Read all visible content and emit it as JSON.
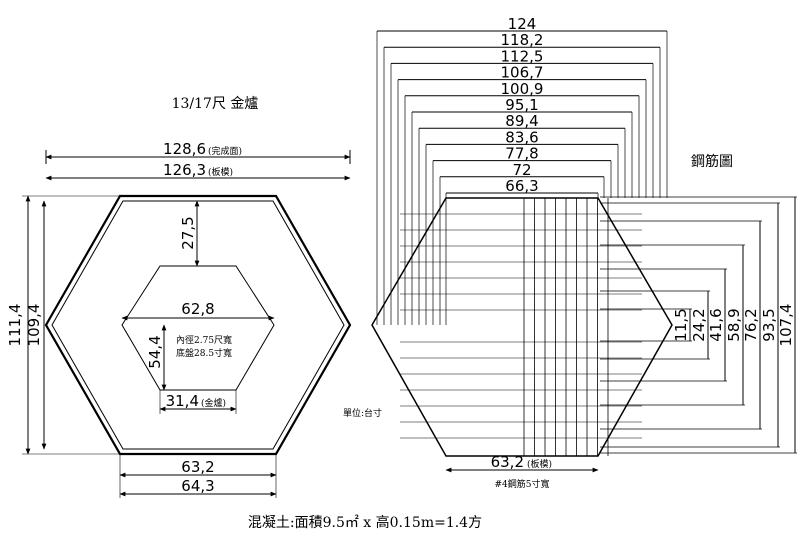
{
  "left": {
    "title": "13/17尺 金爐",
    "dim_finish_width": "128,6",
    "dim_finish_note": "(完成面)",
    "dim_form_width": "126,3",
    "dim_form_note": "(板模)",
    "dim_outer_height": "111,4",
    "dim_inner_height": "109,4",
    "dim_offset": "27,5",
    "dim_inner_width": "62,8",
    "dim_inner_hex_height": "54,4",
    "dim_inner_bottom": "31,4",
    "dim_inner_bottom_note": "(金爐)",
    "note_line1": "內徑2.75尺寬",
    "note_line2": "底盤28.5寸寬",
    "dim_bottom_side": "63,2",
    "dim_bottom_side_outer": "64,3"
  },
  "units_note": "單位:台寸",
  "right": {
    "title": "鋼筋圖",
    "top_dims": [
      "124",
      "118,2",
      "112,5",
      "106,7",
      "100,9",
      "95,1",
      "89,4",
      "83,6",
      "77,8",
      "72",
      "66,3"
    ],
    "side_dims": [
      "11,5",
      "24,2",
      "41,6",
      "58,9",
      "76,2",
      "93,5",
      "107,4"
    ],
    "dim_bottom": "63,2",
    "dim_bottom_note": "(板模)",
    "rebar_note": "#4鋼筋5寸寬"
  },
  "footer": "混凝土:面積9.5㎡ x 高0.15m=1.4方"
}
